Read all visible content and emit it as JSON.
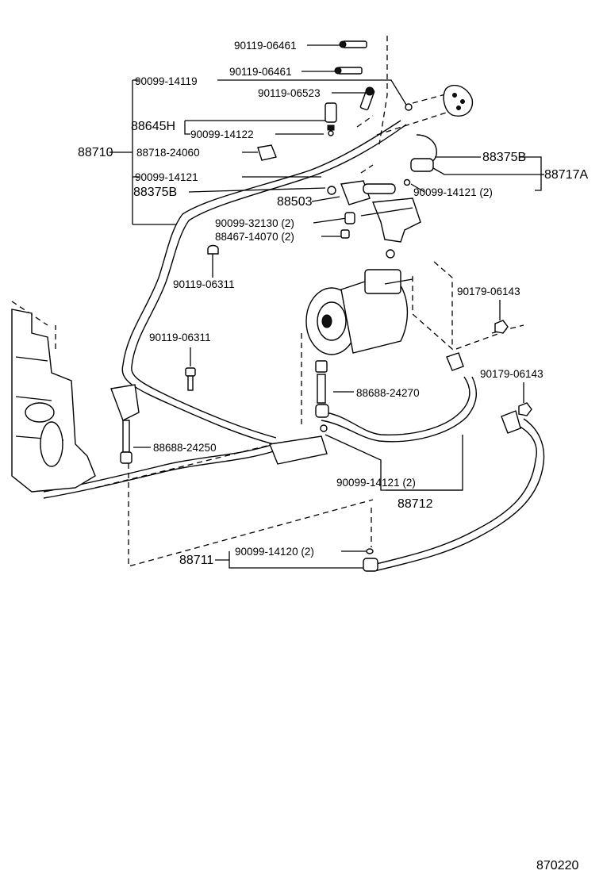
{
  "diagram_code": "870220",
  "labels": {
    "bolt_top_1": "90119-06461",
    "bolt_top_2": "90119-06461",
    "oring_top": "90099-14119",
    "bolt_switch": "90119-06523",
    "switch_88645H": "88645H",
    "oring_switch": "90099-14122",
    "hose_88710": "88710",
    "cushion": "88718-24060",
    "oring_mid": "90099-14121",
    "pipe_88375B_left": "88375B",
    "valve_88503": "88503",
    "pipe_88375B_right": "88375B",
    "assy_88717A": "88717A",
    "oring_right": "90099-14121 (2)",
    "cushion_2": "90099-32130 (2)",
    "grommet": "88467-14070 (2)",
    "clip_upper": "90119-06311",
    "nut_1": "90179-06143",
    "clip_lower": "90119-06311",
    "nut_2": "90179-06143",
    "bolt_comp": "88688-24270",
    "bolt_lower": "88688-24250",
    "oring_lower": "90099-14121 (2)",
    "hose_88712": "88712",
    "hose_88711": "88711",
    "oring_bottom": "90099-14120 (2)"
  }
}
